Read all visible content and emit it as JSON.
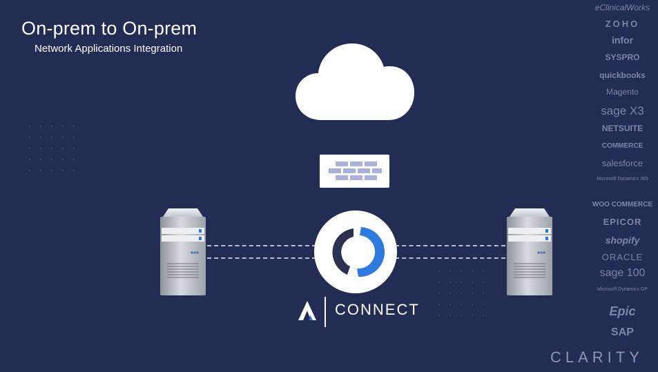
{
  "title": "On-prem to On-prem",
  "subtitle": "Network Applications Integration",
  "brand": {
    "name": "CONNECT"
  },
  "footer_brand": "CLARITY",
  "icons": {
    "cloud": "cloud-icon",
    "firewall": "firewall-icon",
    "server_left": "server-icon",
    "server_right": "server-icon",
    "hub": "sync-icon",
    "brand_mark": "connect-logo-icon"
  },
  "integration_logos": [
    {
      "label": "eClinicalWorks"
    },
    {
      "label": "ZOHO"
    },
    {
      "label": "infor"
    },
    {
      "label": "SYSPRO"
    },
    {
      "label": "quickbooks"
    },
    {
      "label": "Magento"
    },
    {
      "label": "sage X3"
    },
    {
      "label": "NETSUITE"
    },
    {
      "label": "COMMERCE"
    },
    {
      "label": "salesforce"
    },
    {
      "label": "Microsoft Dynamics 365"
    },
    {
      "label": "WOO COMMERCE"
    },
    {
      "label": "EPICOR"
    },
    {
      "label": "shopify"
    },
    {
      "label": "ORACLE"
    },
    {
      "label": "sage 100"
    },
    {
      "label": "Microsoft Dynamics GP"
    },
    {
      "label": "Epic"
    },
    {
      "label": "SAP"
    }
  ],
  "colors": {
    "background": "#232c52",
    "accent_blue": "#2f7bdd",
    "hub_dark": "#2b3150",
    "firewall_brick": "#a9b2d8",
    "logo_gray": "#7c86a7"
  }
}
